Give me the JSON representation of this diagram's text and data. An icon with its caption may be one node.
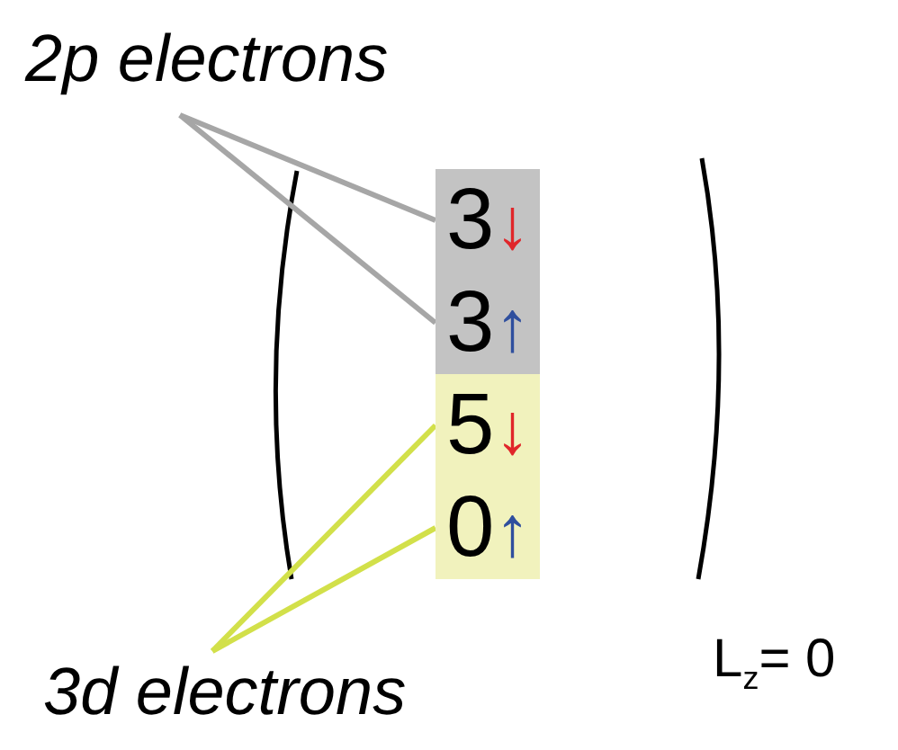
{
  "diagram": {
    "nodes": [
      {
        "text": [
          "2p electrons"
        ]
      },
      {
        "text": [
          "3",
          "↓"
        ]
      },
      {
        "text": [
          "3",
          "↑"
        ]
      },
      {
        "text": [
          "5",
          "↓"
        ]
      },
      {
        "text": [
          "0",
          "↑"
        ]
      },
      {
        "text": [
          "3d electrons"
        ]
      }
    ],
    "edges": [
      {
        "from": 0,
        "to": 1,
        "arrow": "none",
        "color": "#a6a6a6"
      },
      {
        "from": 0,
        "to": 2,
        "arrow": "none",
        "color": "#a6a6a6"
      },
      {
        "from": 5,
        "to": 3,
        "arrow": "none",
        "color": "#d2e04a"
      },
      {
        "from": 5,
        "to": 4,
        "arrow": "none",
        "color": "#d2e04a"
      }
    ],
    "labels": [
      "L$_{z}$= 0"
    ]
  }
}
